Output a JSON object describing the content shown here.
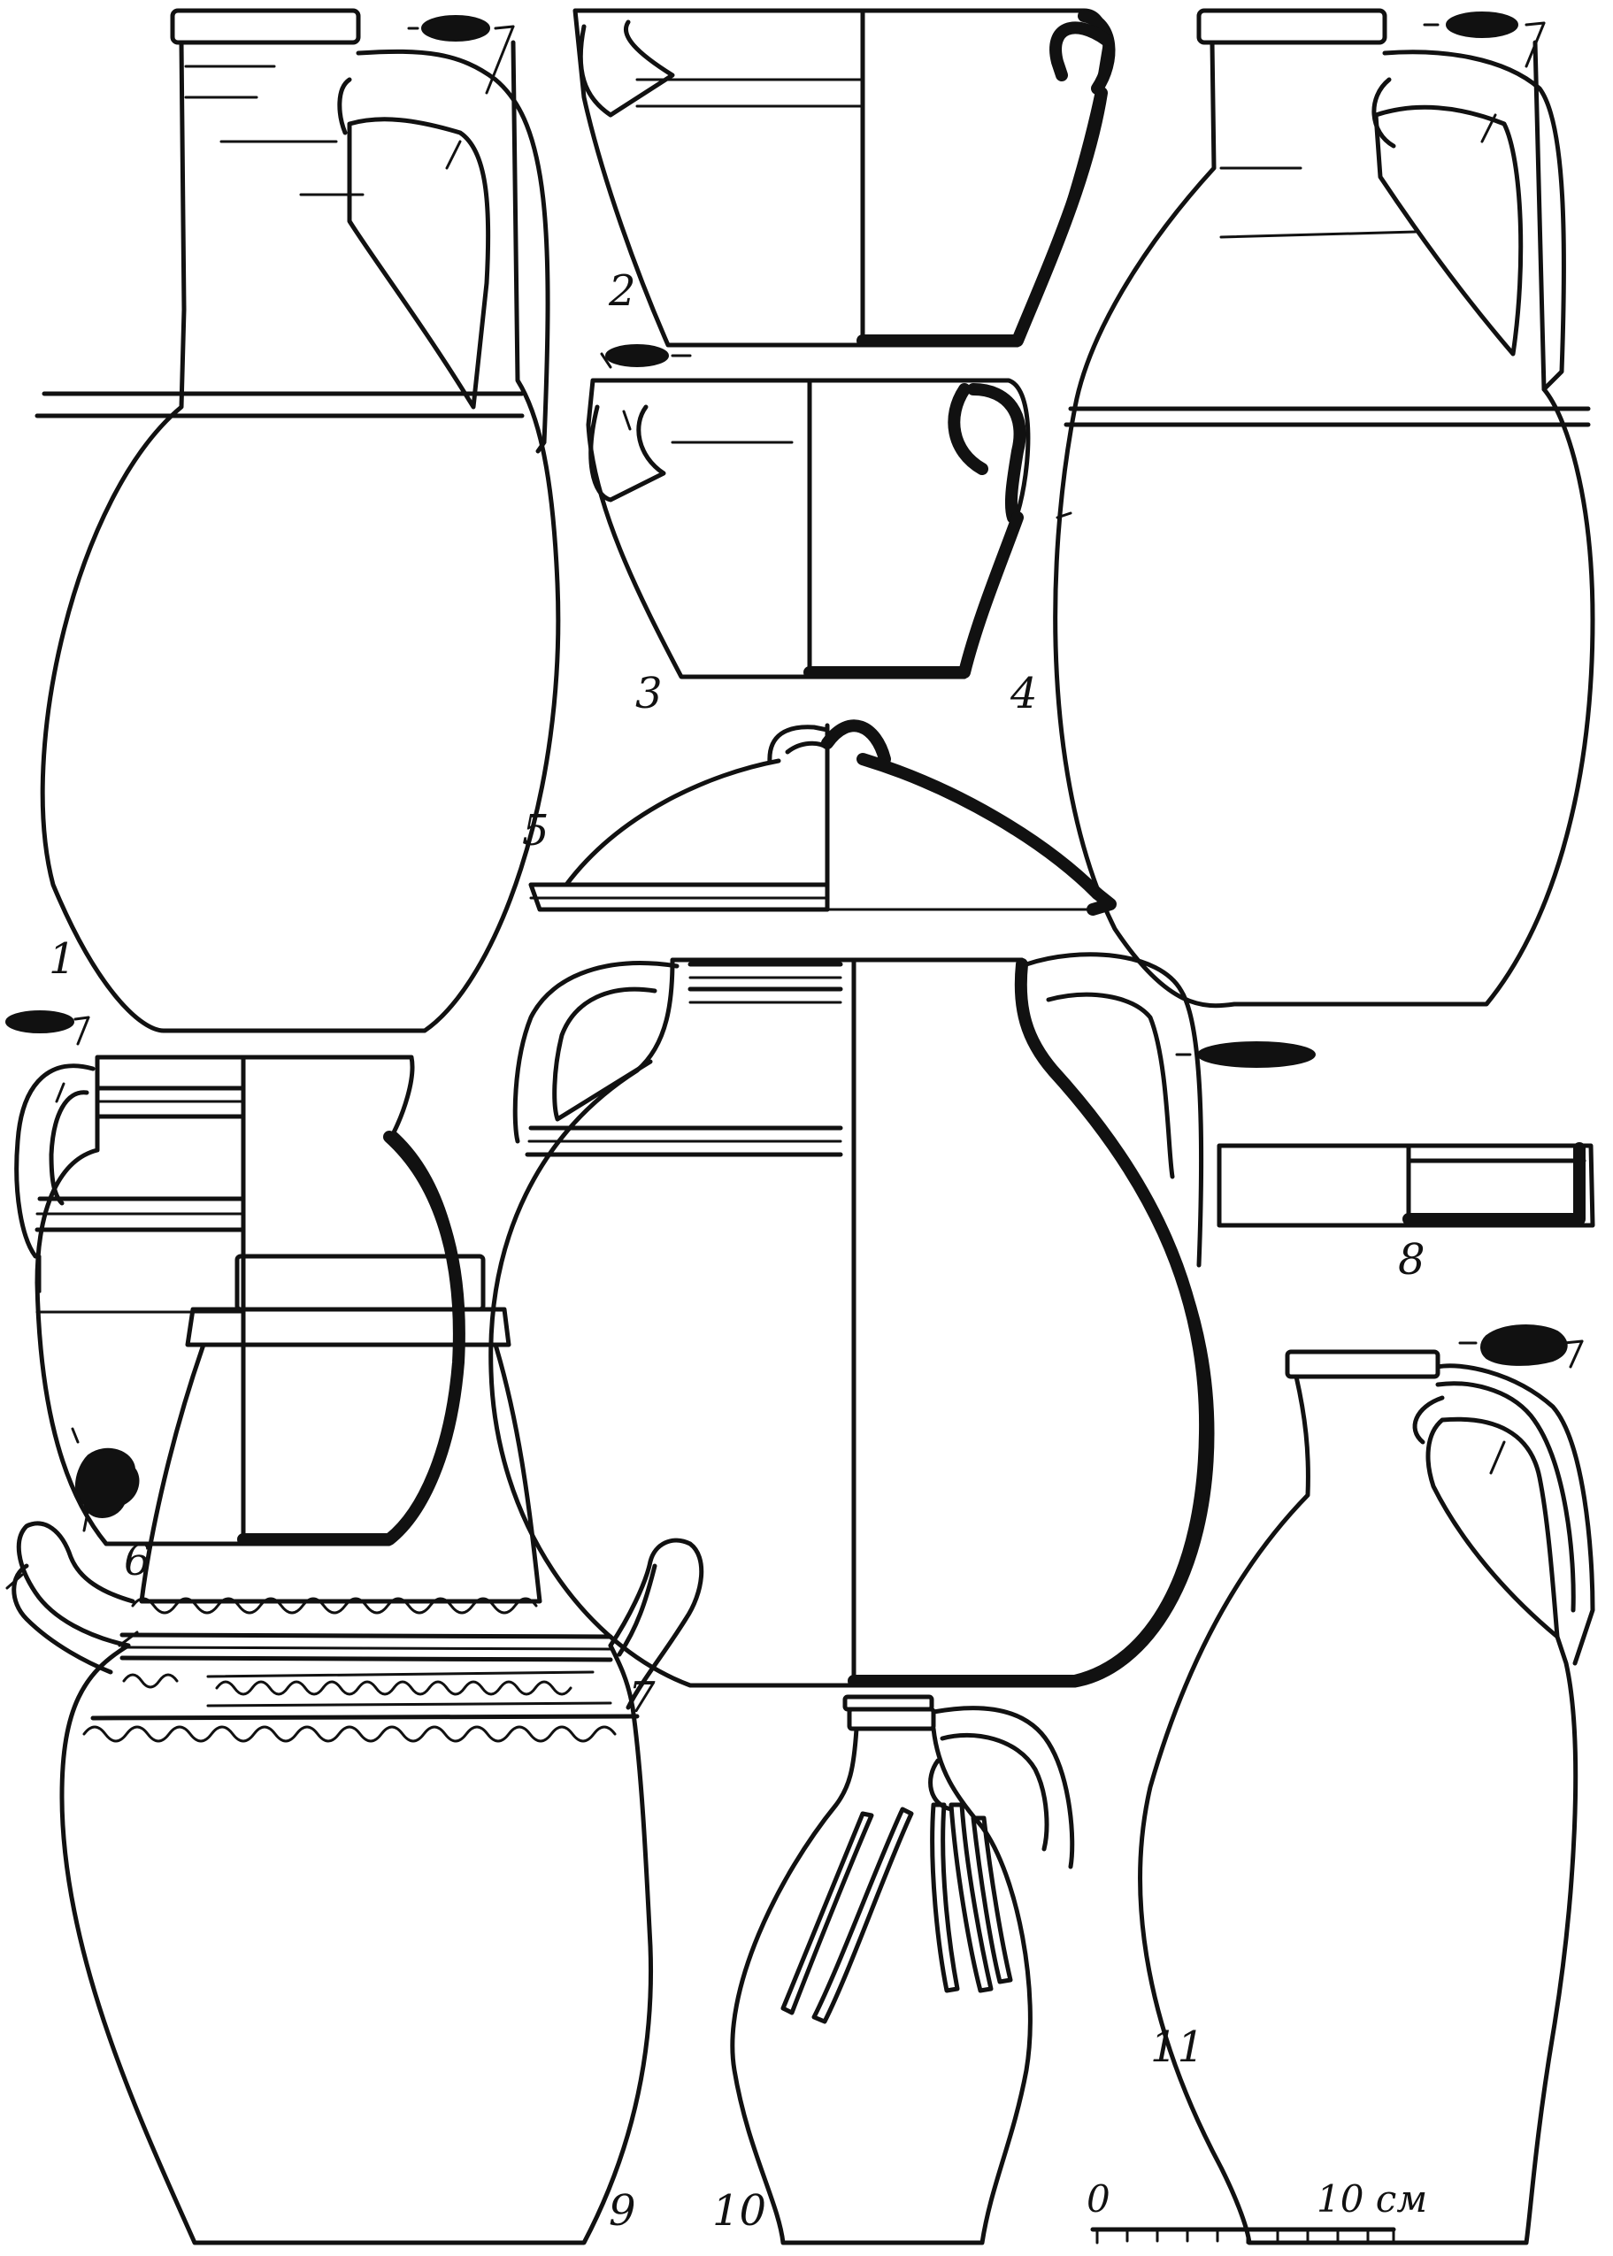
{
  "figures": [
    {
      "id": "fig-1",
      "label": "1"
    },
    {
      "id": "fig-2",
      "label": "2"
    },
    {
      "id": "fig-3",
      "label": "3"
    },
    {
      "id": "fig-4",
      "label": "4"
    },
    {
      "id": "fig-5",
      "label": "5"
    },
    {
      "id": "fig-6",
      "label": "6"
    },
    {
      "id": "fig-7",
      "label": "7"
    },
    {
      "id": "fig-8",
      "label": "8"
    },
    {
      "id": "fig-9",
      "label": "9"
    },
    {
      "id": "fig-10",
      "label": "10"
    },
    {
      "id": "fig-11",
      "label": "11"
    }
  ],
  "scale_bar": {
    "start_label": "0",
    "end_label": "10 см"
  },
  "colors": {
    "ink": "#111111",
    "paper": "#ffffff"
  }
}
